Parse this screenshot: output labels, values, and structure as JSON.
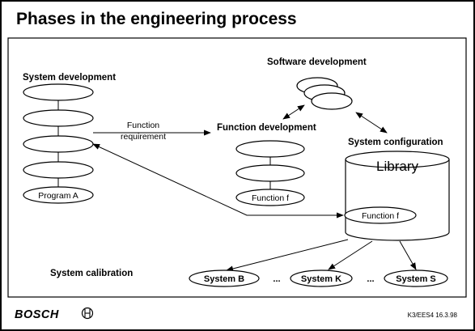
{
  "slide": {
    "title": "Phases in the engineering process",
    "footer_brand": "BOSCH",
    "footer_ref": "K3/EES4 16.3.98"
  },
  "labels": {
    "system_development": "System development",
    "software_development": "Software development",
    "function_development": "Function development",
    "system_configuration": "System configuration",
    "system_calibration": "System calibration",
    "function_requirement_line1": "Function",
    "function_requirement_line2": "requirement",
    "library": "Library"
  },
  "nodes": {
    "program_a": "Program A",
    "function_f_dev": "Function f",
    "function_f_lib": "Function f",
    "system_b": "System B",
    "system_k": "System K",
    "system_s": "System S",
    "ellipsis_1": "...",
    "ellipsis_2": "..."
  }
}
